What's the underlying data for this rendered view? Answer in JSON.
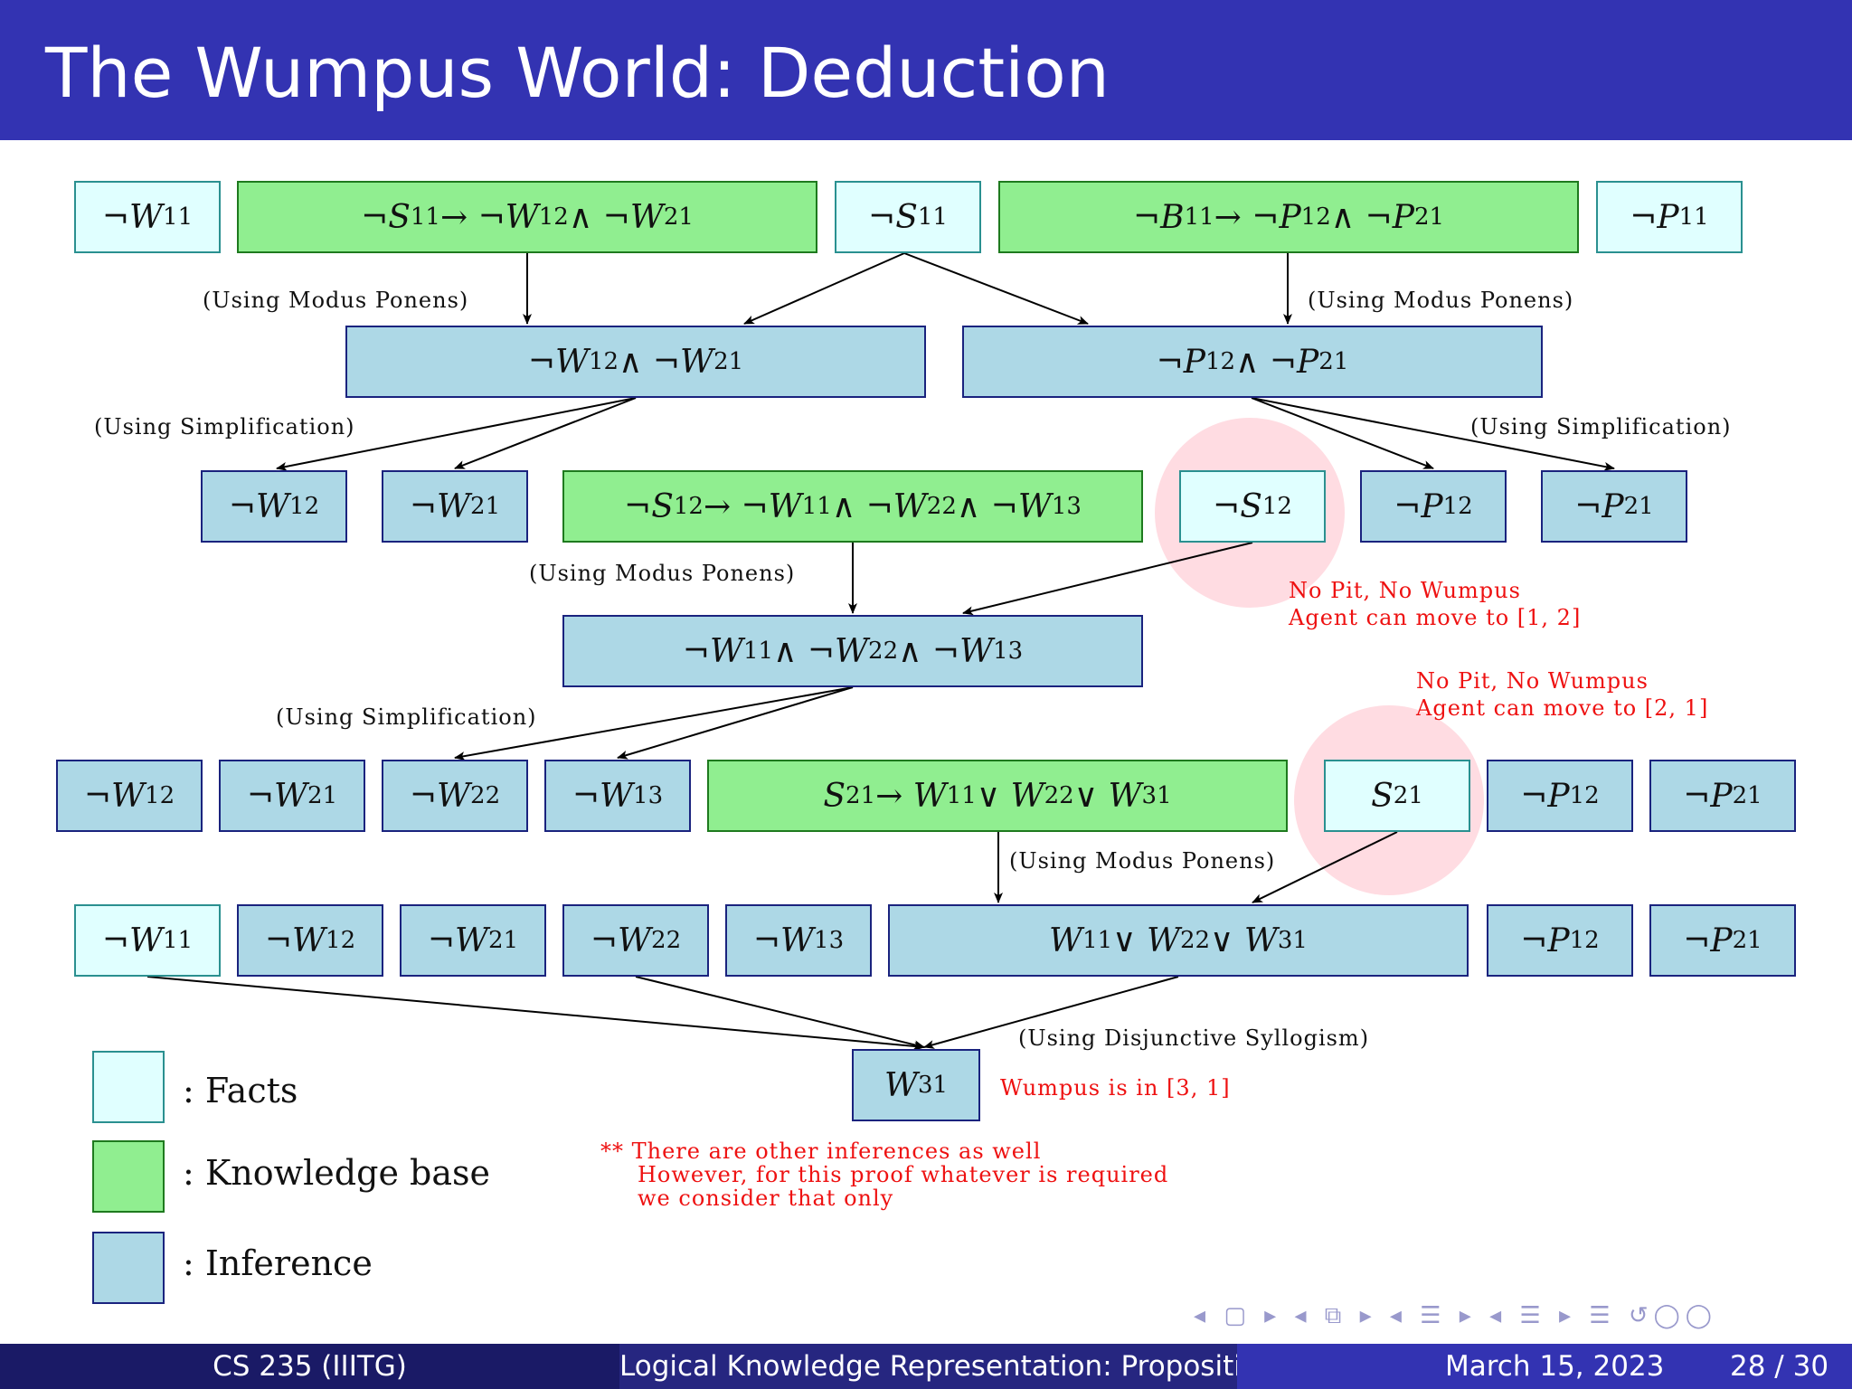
{
  "title": "The Wumpus World: Deduction",
  "boxes": [
    {
      "id": "r1a",
      "kind": "fact",
      "html": "¬W<sub>11</sub>"
    },
    {
      "id": "r1b",
      "kind": "kb",
      "html": "¬S<sub>11</sub> → ¬W<sub>12</sub> ∧ ¬W<sub>21</sub>"
    },
    {
      "id": "r1c",
      "kind": "fact",
      "html": "¬S<sub>11</sub>"
    },
    {
      "id": "r1d",
      "kind": "kb",
      "html": "¬B<sub>11</sub> → ¬P<sub>12</sub> ∧ ¬P<sub>21</sub>"
    },
    {
      "id": "r1e",
      "kind": "fact",
      "html": "¬P<sub>11</sub>"
    },
    {
      "id": "r2a",
      "kind": "inf",
      "html": "¬W<sub>12</sub> ∧ ¬W<sub>21</sub>"
    },
    {
      "id": "r2b",
      "kind": "inf",
      "html": "¬P<sub>12</sub> ∧ ¬P<sub>21</sub>"
    },
    {
      "id": "r3a",
      "kind": "inf",
      "html": "¬W<sub>12</sub>"
    },
    {
      "id": "r3b",
      "kind": "inf",
      "html": "¬W<sub>21</sub>"
    },
    {
      "id": "r3c",
      "kind": "kb",
      "html": "¬S<sub>12</sub> → ¬W<sub>11</sub> ∧ ¬W<sub>22</sub> ∧ ¬W<sub>13</sub>"
    },
    {
      "id": "r3d",
      "kind": "fact",
      "html": "¬S<sub>12</sub>"
    },
    {
      "id": "r3e",
      "kind": "inf",
      "html": "¬P<sub>12</sub>"
    },
    {
      "id": "r3f",
      "kind": "inf",
      "html": "¬P<sub>21</sub>"
    },
    {
      "id": "r4a",
      "kind": "inf",
      "html": "¬W<sub>11</sub> ∧ ¬W<sub>22</sub> ∧ ¬W<sub>13</sub>"
    },
    {
      "id": "r5a",
      "kind": "inf",
      "html": "¬W<sub>12</sub>"
    },
    {
      "id": "r5b",
      "kind": "inf",
      "html": "¬W<sub>21</sub>"
    },
    {
      "id": "r5c",
      "kind": "inf",
      "html": "¬W<sub>22</sub>"
    },
    {
      "id": "r5d",
      "kind": "inf",
      "html": "¬W<sub>13</sub>"
    },
    {
      "id": "r5e",
      "kind": "kb",
      "html": "S<sub>21</sub> → W<sub>11</sub> ∨ W<sub>22</sub> ∨ W<sub>31</sub>"
    },
    {
      "id": "r5f",
      "kind": "fact",
      "html": "S<sub>21</sub>"
    },
    {
      "id": "r5g",
      "kind": "inf",
      "html": "¬P<sub>12</sub>"
    },
    {
      "id": "r5h",
      "kind": "inf",
      "html": "¬P<sub>21</sub>"
    },
    {
      "id": "r6a",
      "kind": "fact",
      "html": "¬W<sub>11</sub>"
    },
    {
      "id": "r6b",
      "kind": "inf",
      "html": "¬W<sub>12</sub>"
    },
    {
      "id": "r6c",
      "kind": "inf",
      "html": "¬W<sub>21</sub>"
    },
    {
      "id": "r6d",
      "kind": "inf",
      "html": "¬W<sub>22</sub>"
    },
    {
      "id": "r6e",
      "kind": "inf",
      "html": "¬W<sub>13</sub>"
    },
    {
      "id": "r6f",
      "kind": "inf",
      "html": "W<sub>11</sub> ∨ W<sub>22</sub> ∨ W<sub>31</sub>"
    },
    {
      "id": "r6g",
      "kind": "inf",
      "html": "¬P<sub>12</sub>"
    },
    {
      "id": "r6h",
      "kind": "inf",
      "html": "¬P<sub>21</sub>"
    },
    {
      "id": "r7a",
      "kind": "inf",
      "html": "W<sub>31</sub>"
    }
  ],
  "labels": {
    "mp1": "(Using Modus Ponens)",
    "mp2": "(Using Modus Ponens)",
    "simp1": "(Using Simplification)",
    "simp2": "(Using Simplification)",
    "mp3": "(Using Modus Ponens)",
    "simp3": "(Using Simplification)",
    "mp4": "(Using Modus Ponens)",
    "ds": "(Using Disjunctive Syllogism)"
  },
  "notes": {
    "s12_line1": "No Pit, No Wumpus",
    "s12_line2": "Agent can move to [1, 2]",
    "s21_line1": "No Pit, No Wumpus",
    "s21_line2": "Agent can move to [2, 1]",
    "wumpus": "Wumpus is in [3, 1]",
    "other_line1": "** There are other inferences as well",
    "other_line2": "However, for this proof whatever is required",
    "other_line3": "we consider that only"
  },
  "legend": {
    "facts": ": Facts",
    "kb": ": Knowledge base",
    "inference": ": Inference"
  },
  "colors": {
    "fact_fill": "#e0ffff",
    "kb_fill": "#90ee90",
    "inference_fill": "#add8e6",
    "highlight": "#ffc0cb",
    "note_red": "#ee1111",
    "title_bar": "#3333b2"
  },
  "footer": {
    "left": "CS 235  (IIITG)",
    "middle": "Logical Knowledge Representation: Propositional Logic",
    "date": "March 15, 2023",
    "page": "28 / 30"
  },
  "nav_icons": "◂ ▢ ▸ ◂ ⧉ ▸ ◂ ☰ ▸ ◂ ☰ ▸ ☰ ↺◯◯"
}
